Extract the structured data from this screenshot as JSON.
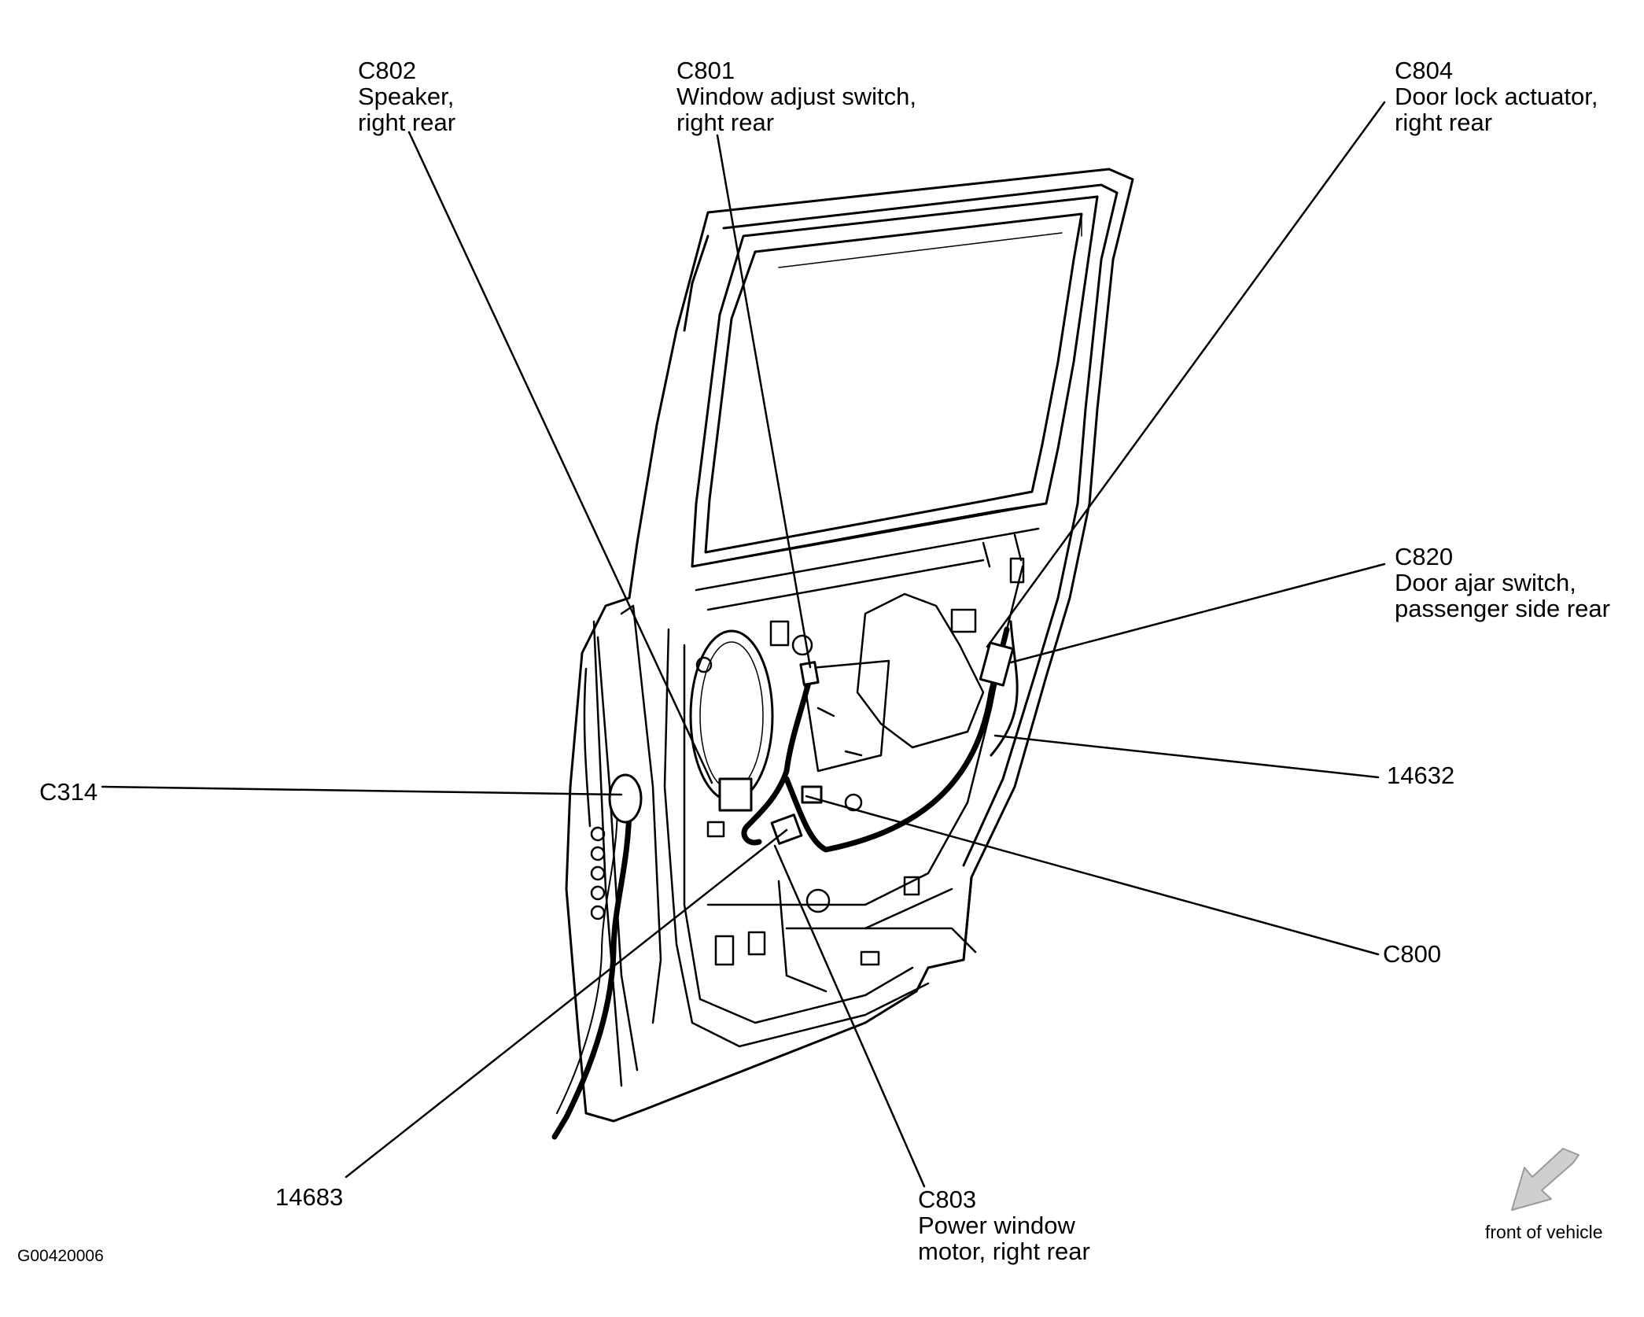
{
  "figure_id": "G00420006",
  "compass_label": "front of vehicle",
  "callouts": [
    {
      "id": "c802",
      "lines": [
        "C802",
        "Speaker,",
        "right rear"
      ]
    },
    {
      "id": "c801",
      "lines": [
        "C801",
        "Window adjust switch,",
        "right rear"
      ]
    },
    {
      "id": "c804",
      "lines": [
        "C804",
        "Door lock actuator,",
        "right rear"
      ]
    },
    {
      "id": "c820",
      "lines": [
        "C820",
        "Door ajar switch,",
        "passenger side rear"
      ]
    },
    {
      "id": "n14632",
      "lines": [
        "14632"
      ]
    },
    {
      "id": "c314",
      "lines": [
        "C314"
      ]
    },
    {
      "id": "c800",
      "lines": [
        "C800"
      ]
    },
    {
      "id": "n14683",
      "lines": [
        "14683"
      ]
    },
    {
      "id": "c803",
      "lines": [
        "C803",
        "Power window",
        "motor, right rear"
      ]
    }
  ],
  "colors": {
    "ink": "#000000",
    "background": "#ffffff",
    "arrow_fill": "#cfcfcf"
  },
  "icons": {
    "compass": "front-of-vehicle-arrow-icon"
  }
}
